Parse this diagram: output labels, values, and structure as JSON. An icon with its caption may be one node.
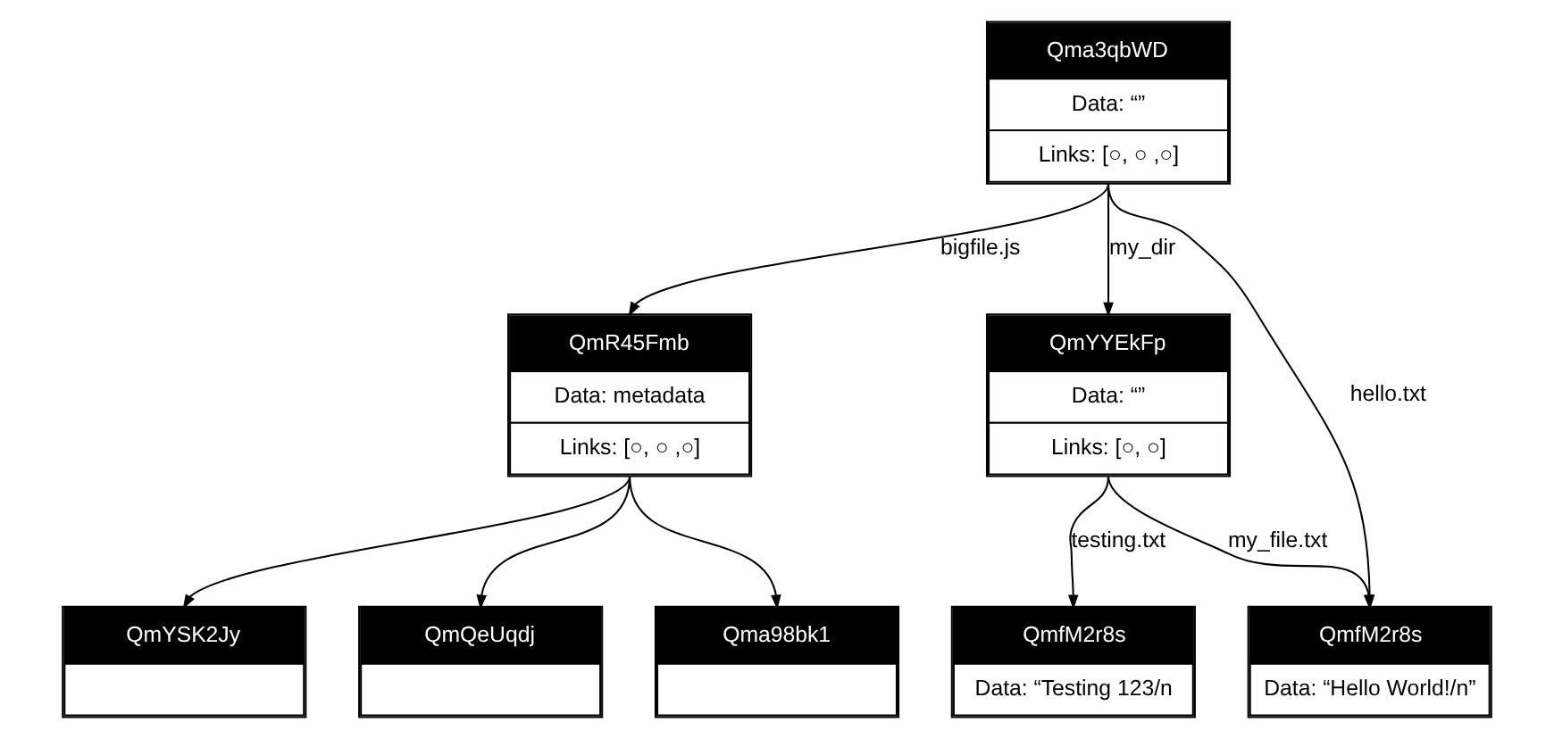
{
  "diagram": {
    "nodes": [
      {
        "text": [
          "Qma3qbWD",
          "Data: “”",
          "Links: [○, ○ ,○]"
        ]
      },
      {
        "text": [
          "QmR45Fmb",
          "Data: metadata",
          "Links: [○, ○ ,○]"
        ]
      },
      {
        "text": [
          "QmYYEkFp",
          "Data: “”",
          "Links: [○, ○]"
        ]
      },
      {
        "text": [
          "QmfM2r8s",
          "Data: “Hello World!/n”"
        ]
      },
      {
        "text": [
          "QmYSK2Jy"
        ]
      },
      {
        "text": [
          "QmQeUqdj"
        ]
      },
      {
        "text": [
          "Qma98bk1"
        ]
      },
      {
        "text": [
          "QmfM2r8s",
          "Data: “Testing 123/n"
        ]
      }
    ],
    "edges": [
      {
        "from": 0,
        "to": 1,
        "arrow": "to",
        "label": "bigfile.js"
      },
      {
        "from": 0,
        "to": 2,
        "arrow": "to",
        "label": "my_dir"
      },
      {
        "from": 0,
        "to": 3,
        "arrow": "to",
        "label": "hello.txt"
      },
      {
        "from": 1,
        "to": 4,
        "arrow": "to"
      },
      {
        "from": 1,
        "to": 5,
        "arrow": "to"
      },
      {
        "from": 1,
        "to": 6,
        "arrow": "to"
      },
      {
        "from": 2,
        "to": 3,
        "arrow": "to",
        "label": "my_file.txt"
      },
      {
        "from": 2,
        "to": 7,
        "arrow": "to",
        "label": "testing.txt"
      }
    ]
  }
}
